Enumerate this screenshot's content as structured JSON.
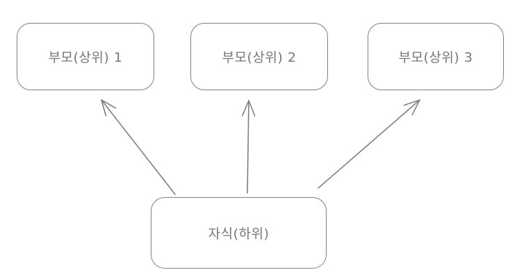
{
  "diagram": {
    "background_color": "#ffffff",
    "stroke_color": "#7f7f7f",
    "text_color": "#767676",
    "nodes": [
      {
        "id": "parent-1",
        "label": "부모(상위) 1"
      },
      {
        "id": "parent-2",
        "label": "부모(상위) 2"
      },
      {
        "id": "parent-3",
        "label": "부모(상위) 3"
      },
      {
        "id": "child",
        "label": "자식(하위)"
      }
    ],
    "edges": [
      {
        "from": "자식(하위)",
        "to": "부모(상위) 1",
        "arrowhead": "end"
      },
      {
        "from": "자식(하위)",
        "to": "부모(상위) 2",
        "arrowhead": "end"
      },
      {
        "from": "자식(하위)",
        "to": "부모(상위) 3",
        "arrowhead": "end"
      }
    ]
  }
}
